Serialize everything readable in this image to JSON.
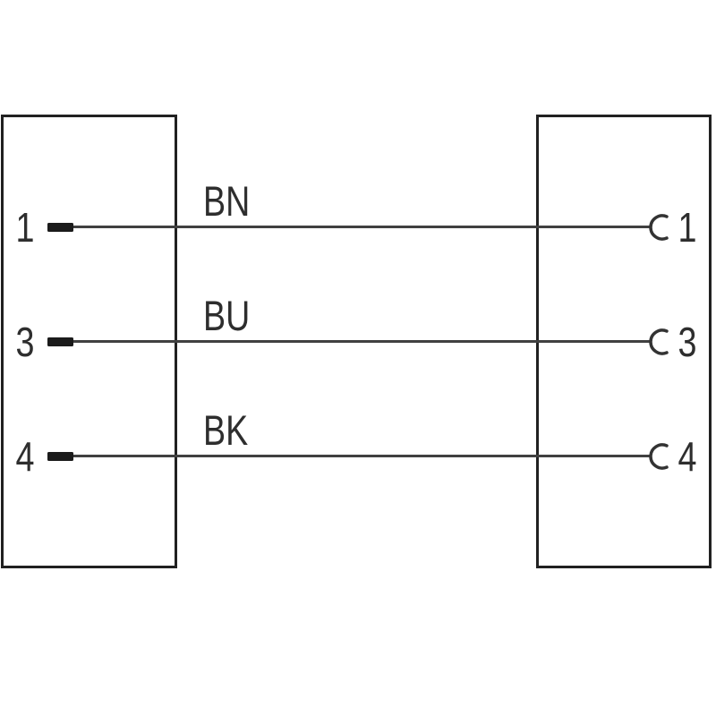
{
  "diagram": {
    "type": "cable-wiring-pinout",
    "left_connector": {
      "pins": [
        "1",
        "3",
        "4"
      ],
      "contact_symbol": "male-pin-icon"
    },
    "right_connector": {
      "pins": [
        "1",
        "3",
        "4"
      ],
      "contact_symbol": "female-socket-icon"
    },
    "wires": [
      {
        "label": "BN",
        "left_pin": "1",
        "right_pin": "1"
      },
      {
        "label": "BU",
        "left_pin": "3",
        "right_pin": "3"
      },
      {
        "label": "BK",
        "left_pin": "4",
        "right_pin": "4"
      }
    ],
    "colors": {
      "background": "#ffffff",
      "outline": "#212121",
      "wire": "#404040",
      "text": "#2e2e2e",
      "pin_fill": "#1b1b1b"
    }
  }
}
